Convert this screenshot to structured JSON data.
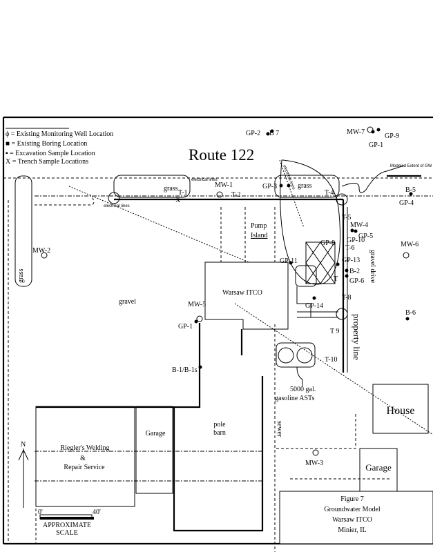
{
  "legend": {
    "monitoring_well": "ϕ = Existing Monitoring Well Location",
    "boring": "■ = Existing Boring Location",
    "excavation": "▪ = Excavation Sample Location",
    "trench": "X = Trench Sample Locations"
  },
  "road_name": "Route 122",
  "labels": {
    "grass_top": "grass",
    "grass_top2": "grass",
    "grass_left": "grass",
    "gravel": "gravel",
    "electrical_lines_1": "electrical lines",
    "electrical_lines_2": "electrical lines",
    "electrical_lines_3": "electrical lines",
    "modeled_extent": "Modeled Extent of GW",
    "pump_island": "Pump",
    "pump_island2": "Island",
    "warsaw_itco": "Warsaw ITCO",
    "gravel_drive": "gravel drive",
    "property_line": "property line",
    "tanks": "5000 gal.",
    "tanks2": "gasoline ASTs",
    "sewer": "sewer",
    "house": "House",
    "garage_right": "Garage",
    "garage_left": "Garage",
    "pole_barn": "pole",
    "pole_barn2": "barn",
    "riegler1": "Riegler's Welding",
    "riegler2": "&",
    "riegler3": "Repair Service",
    "north": "N",
    "scale_0": "0'",
    "scale_40": "40'",
    "scale_label1": "APPROXIMATE",
    "scale_label2": "SCALE"
  },
  "points": {
    "GP2": "GP-2",
    "B7": "B 7",
    "MW7": "MW-7",
    "GP9": "GP-9",
    "GP1top": "GP-1",
    "MW1": "MW-1",
    "T1": "T-1",
    "T2": "T-2",
    "GP3": "GP-3",
    "T4": "T-4",
    "B5": "B-5",
    "GP4": "GP-4",
    "T5": "T-5",
    "MW4": "MW-4",
    "GP5": "GP-5",
    "GP8": "GP-8",
    "GP10": "GP-10",
    "T6": "T-6",
    "MW6": "MW-6",
    "MW2": "MW-2",
    "GP11": "GP-11",
    "GP13": "GP-13",
    "B2": "B-2",
    "GP6": "GP-6",
    "T7": "T",
    "T8": "T-8",
    "GP14": "GP-14",
    "MW5": "MW-5",
    "GP1": "GP-1",
    "B6": "B-6",
    "T9": "T 9",
    "T10": "T-10",
    "B1": "B-1/B-1s",
    "MW3": "MW-3"
  },
  "title_block": {
    "line1": "Figure 7",
    "line2": "Groundwater Model",
    "line3": "Warsaw ITCO",
    "line4": "Minier, IL"
  }
}
